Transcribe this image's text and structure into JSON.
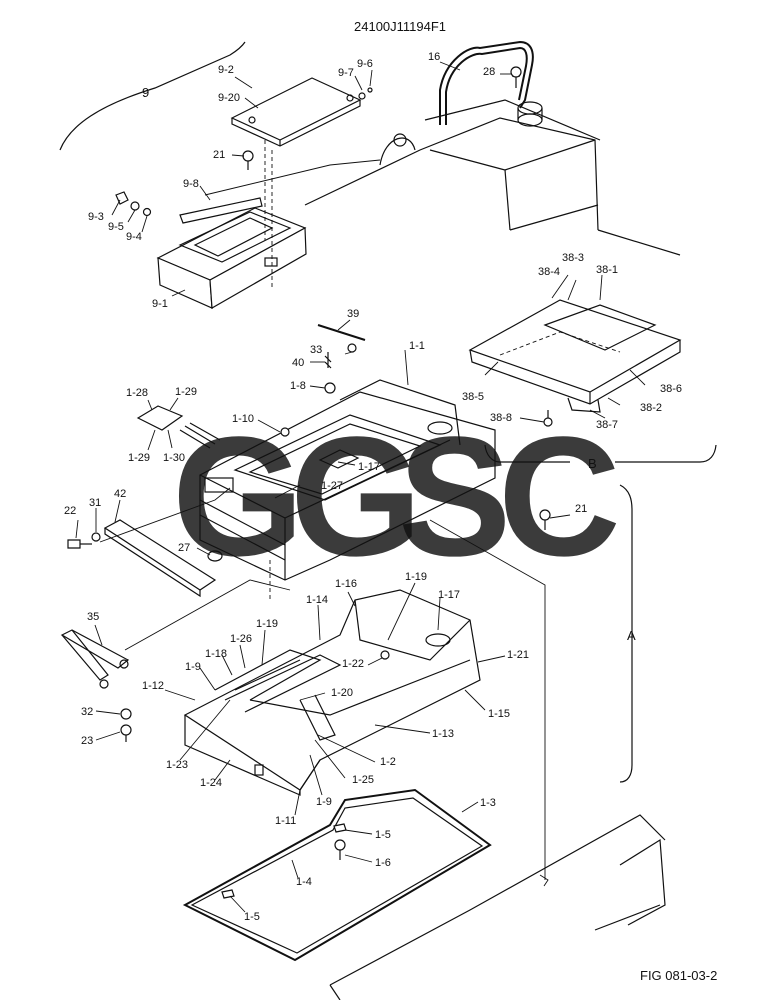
{
  "header": {
    "drawing_number": "24100J11194F1"
  },
  "footer": {
    "figure_id": "FIG 081-03-2"
  },
  "watermark": {
    "letters": [
      "G",
      "G",
      "S",
      "C"
    ],
    "colors": [
      "#3b7ae8",
      "#f05048",
      "#f6c22c",
      "#32a878"
    ]
  },
  "groups": {
    "g9": "9",
    "gB": "B",
    "gA": "A"
  },
  "callouts": [
    "24100J11194F1",
    "9",
    "9-2",
    "9-20",
    "9-7",
    "9-6",
    "16",
    "28",
    "21",
    "9-8",
    "9-3",
    "9-5",
    "9-4",
    "9-1",
    "38-3",
    "38-4",
    "38-1",
    "39",
    "1-1",
    "33",
    "40",
    "1-8",
    "38-5",
    "38-6",
    "38-2",
    "38-8",
    "38-7",
    "1-28",
    "1-29",
    "1-10",
    "1-29",
    "1-30",
    "1-17",
    "B",
    "1-27",
    "22",
    "31",
    "42",
    "21",
    "27",
    "1-16",
    "1-19",
    "1-17",
    "1-14",
    "A",
    "35",
    "1-19",
    "1-26",
    "1-18",
    "1-22",
    "1-21",
    "1-9",
    "1-12",
    "1-20",
    "1-15",
    "32",
    "1-13",
    "23",
    "1-2",
    "1-23",
    "1-24",
    "1-25",
    "1-9",
    "1-11",
    "1-3",
    "1-5",
    "1-6",
    "1-4",
    "1-5",
    "FIG 081-03-2"
  ]
}
